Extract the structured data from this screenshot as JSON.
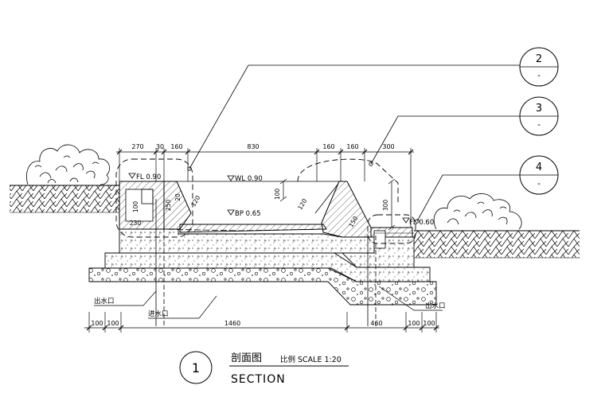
{
  "callouts": [
    {
      "num": "2",
      "sub": "-"
    },
    {
      "num": "3",
      "sub": "-"
    },
    {
      "num": "4",
      "sub": "-"
    }
  ],
  "top_dims": {
    "d270": "270",
    "d30": "30",
    "d160a": "160",
    "d830": "830",
    "d160b": "160",
    "d160c": "160",
    "d300": "300"
  },
  "levels": {
    "fl_left": "FL 0.90",
    "wl": "WL 0.90",
    "bp": "BP 0.65",
    "fl_right": "FL 0.60"
  },
  "inner_dims": {
    "d100": "100",
    "d120a": "120",
    "d120b": "120",
    "d150": "150",
    "d300r": "300",
    "d100l": "100",
    "d250": "250",
    "d20": "20",
    "d230": "230"
  },
  "notes": {
    "outlet_left": "出水口",
    "inlet": "进水口",
    "outlet_right": "出水口"
  },
  "bottom_dims": {
    "b100a": "100",
    "b100b": "100",
    "b1460": "1460",
    "b460": "460",
    "b100c": "100",
    "b100d": "100"
  },
  "title": {
    "number": "1",
    "cn": "剖面图",
    "scale": "比例 SCALE 1:20",
    "en": "SECTION"
  }
}
